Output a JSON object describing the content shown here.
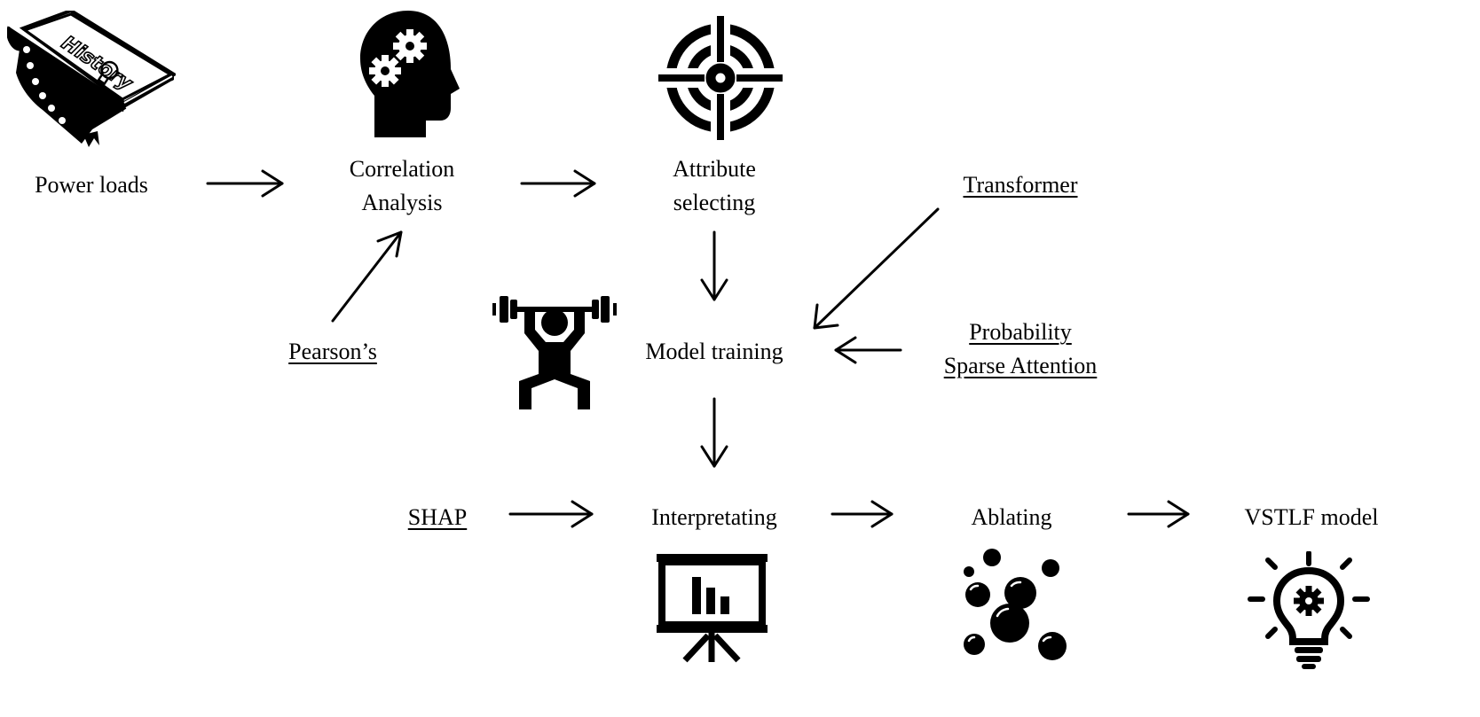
{
  "nodes": {
    "power_loads": "Power loads",
    "correlation_analysis": [
      "Correlation",
      "Analysis"
    ],
    "attribute_selecting": [
      "Attribute",
      "selecting"
    ],
    "transformer": "Transformer",
    "pearsons": "Pearson’s",
    "model_training": "Model training",
    "probability_sparse_attention": [
      "Probability",
      "Sparse Attention"
    ],
    "shap": "SHAP",
    "interpretating": "Interpretating",
    "ablating": "Ablating",
    "vstlf_model": "VSTLF model"
  },
  "book_title": "History",
  "icons": [
    "history-book-icon",
    "head-gears-icon",
    "target-crosshair-icon",
    "weightlifter-icon",
    "presentation-chart-icon",
    "bubbles-icon",
    "lightbulb-gear-icon"
  ]
}
